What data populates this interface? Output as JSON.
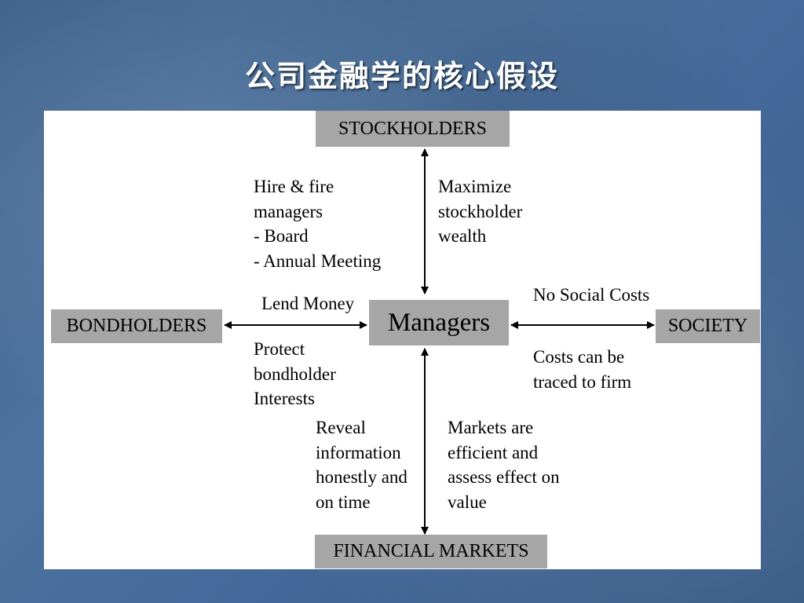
{
  "slide": {
    "title": "公司金融学的核心假设"
  },
  "nodes": {
    "stockholders": "STOCKHOLDERS",
    "bondholders": "BONDHOLDERS",
    "managers": "Managers",
    "society": "SOCIETY",
    "financial_markets": "FINANCIAL MARKETS"
  },
  "edges": {
    "stockholders_managers": {
      "left_label": "Hire & fire\nmanagers\n- Board\n- Annual Meeting",
      "right_label": "Maximize\nstockholder\nwealth"
    },
    "bondholders_managers": {
      "top_label": "Lend Money",
      "bottom_label": "Protect\nbondholder\nInterests"
    },
    "managers_society": {
      "top_label": "No Social Costs",
      "bottom_label": "Costs can be\ntraced to firm"
    },
    "managers_financial_markets": {
      "left_label": "Reveal\ninformation\nhonestly and\non time",
      "right_label": "Markets are\nefficient and\nassess effect on\nvalue"
    }
  },
  "colors": {
    "background": "#4a6f9c",
    "panel": "#ffffff",
    "node_fill": "#a6a6a6",
    "title_text": "#ffffff"
  }
}
